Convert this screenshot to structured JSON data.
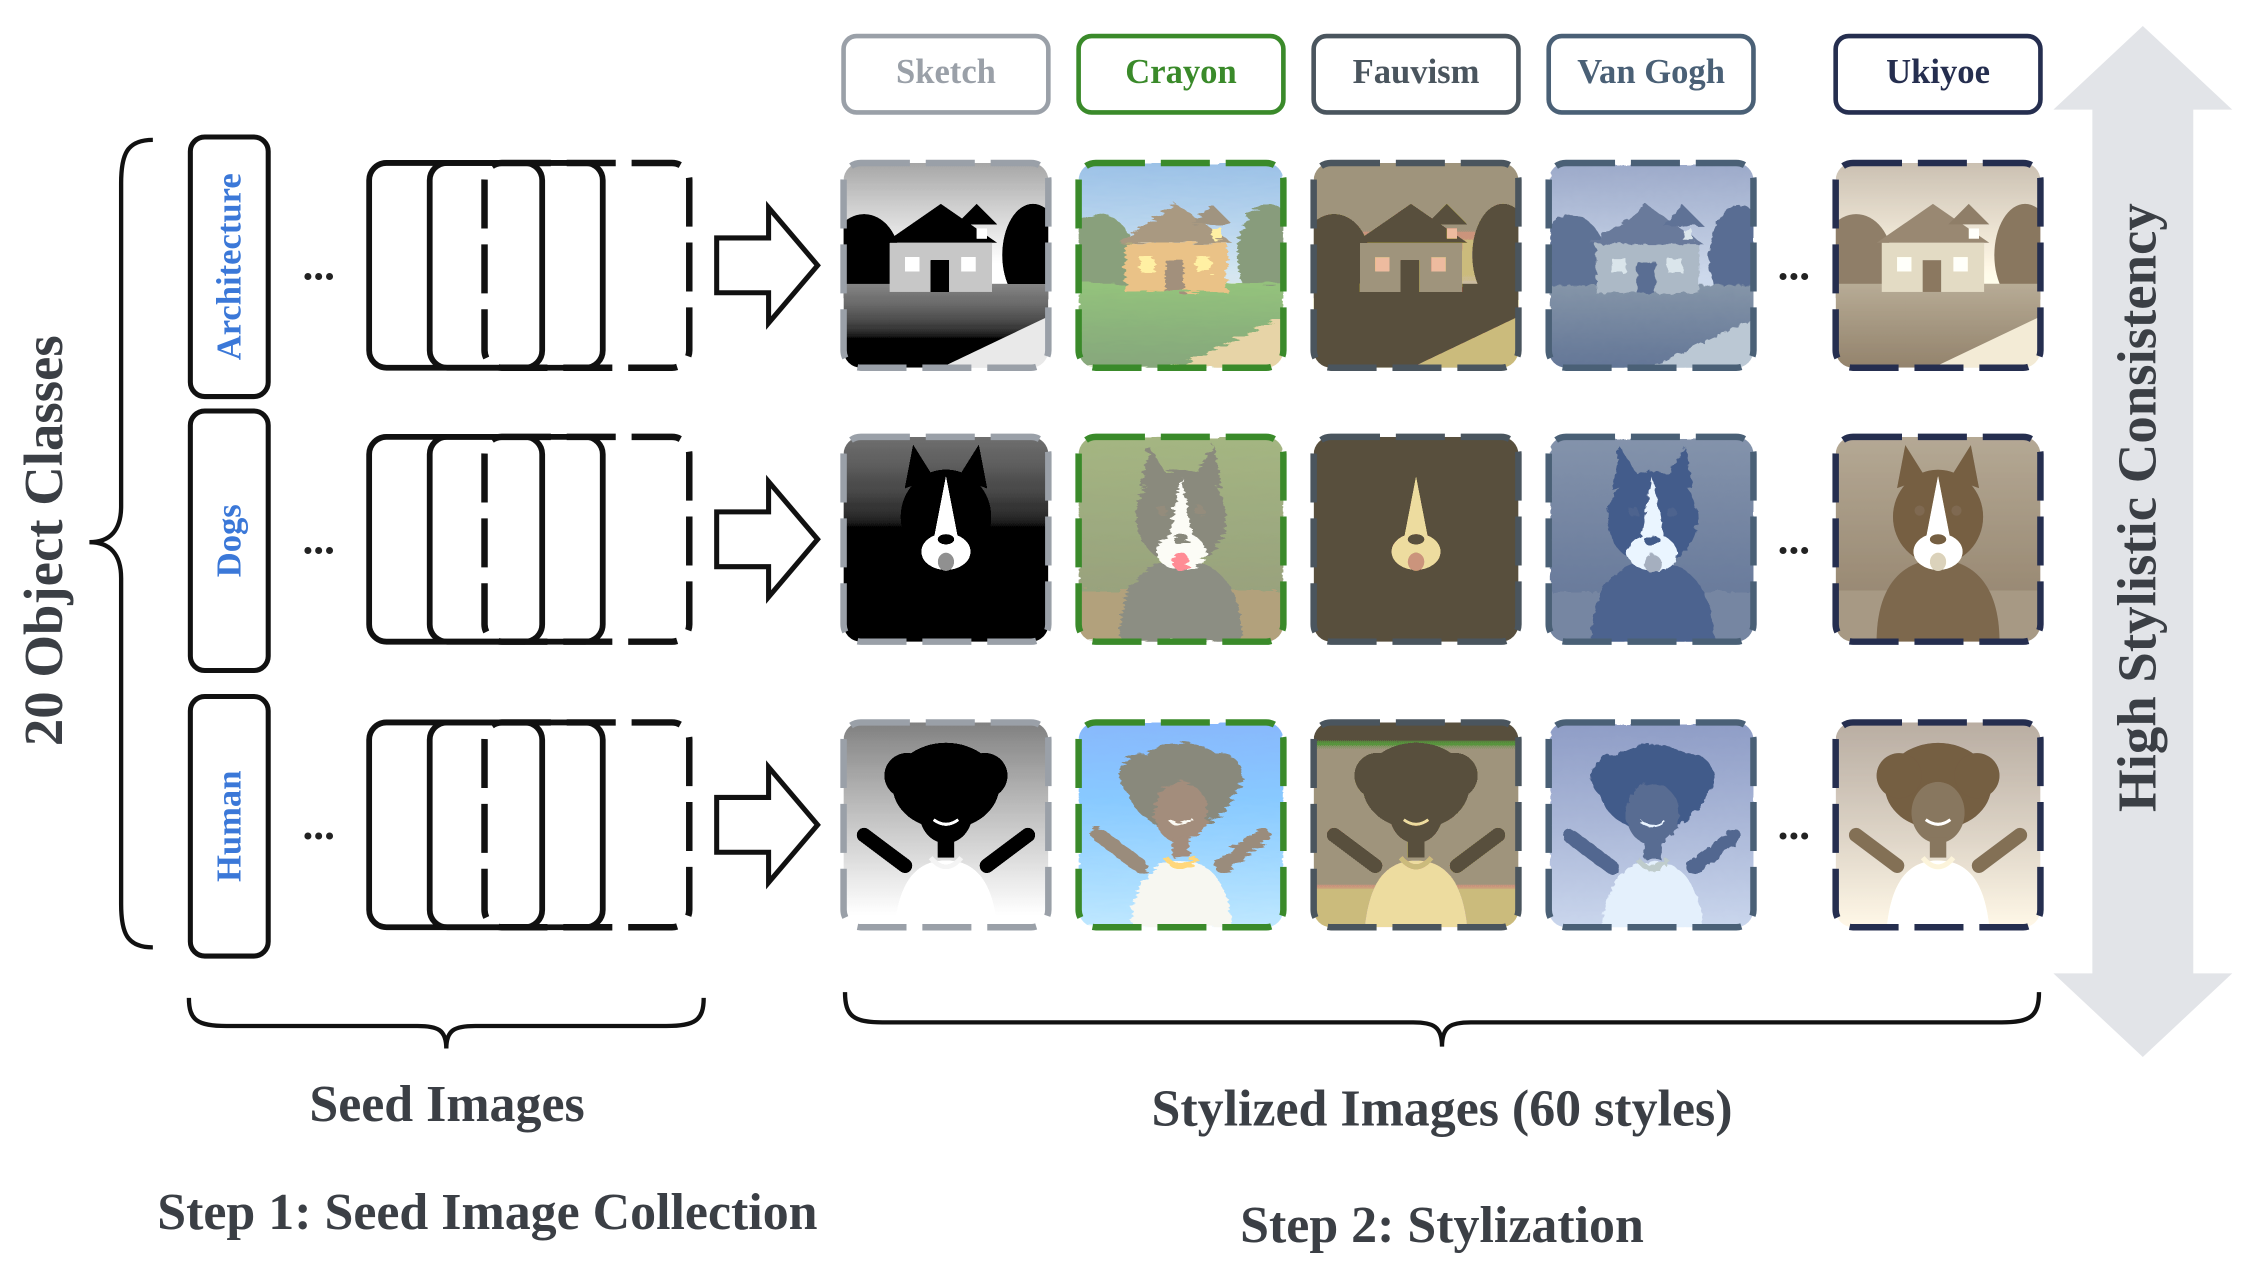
{
  "left_axis_label": "20 Object Classes",
  "right_axis_label": "High Stylistic Consistency",
  "classes": [
    "Architecture",
    "Dogs",
    "Human"
  ],
  "styles": [
    {
      "label": "Sketch",
      "color": "#9aa0a8"
    },
    {
      "label": "Crayon",
      "color": "#3a8a2a"
    },
    {
      "label": "Fauvism",
      "color": "#4a555e"
    },
    {
      "label": "Van Gogh",
      "color": "#4a6076"
    },
    {
      "label": "Ukiyoe",
      "color": "#252e4f"
    }
  ],
  "ellipsis": "...",
  "seed_label": "Seed Images",
  "stylized_label": "Stylized Images (60 styles)",
  "step1": "Step 1: Seed Image Collection",
  "step2": "Step 2: Stylization",
  "colors": {
    "class_text": "#3b78d8",
    "heading_text": "#3b3f45",
    "arrow_fill": "#e2e4e8"
  }
}
